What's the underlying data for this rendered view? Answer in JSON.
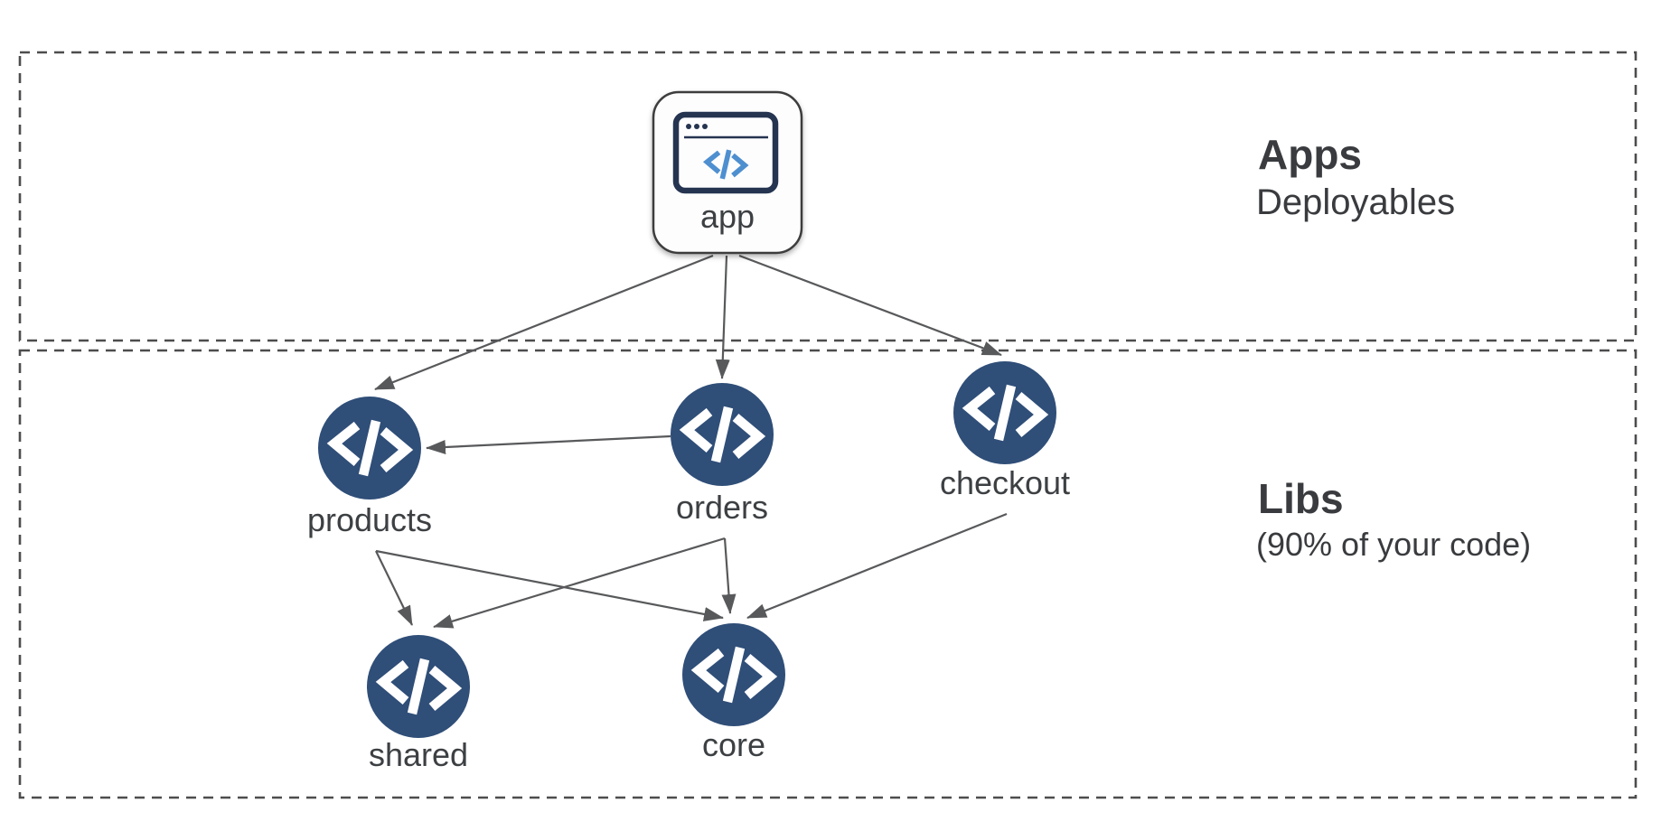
{
  "sections": [
    {
      "id": "apps",
      "title": "Apps",
      "subtitle": "Deployables"
    },
    {
      "id": "libs",
      "title": "Libs",
      "subtitle": "(90% of your code)"
    }
  ],
  "nodes": [
    {
      "id": "app",
      "label": "app",
      "kind": "application",
      "icon": "browser-code-icon",
      "section": "apps"
    },
    {
      "id": "products",
      "label": "products",
      "kind": "library",
      "icon": "code-icon",
      "section": "libs"
    },
    {
      "id": "orders",
      "label": "orders",
      "kind": "library",
      "icon": "code-icon",
      "section": "libs"
    },
    {
      "id": "checkout",
      "label": "checkout",
      "kind": "library",
      "icon": "code-icon",
      "section": "libs"
    },
    {
      "id": "shared",
      "label": "shared",
      "kind": "library",
      "icon": "code-icon",
      "section": "libs"
    },
    {
      "id": "core",
      "label": "core",
      "kind": "library",
      "icon": "code-icon",
      "section": "libs"
    }
  ],
  "edges": [
    {
      "from": "app",
      "to": "products"
    },
    {
      "from": "app",
      "to": "orders"
    },
    {
      "from": "app",
      "to": "checkout"
    },
    {
      "from": "orders",
      "to": "products"
    },
    {
      "from": "products",
      "to": "shared"
    },
    {
      "from": "products",
      "to": "core"
    },
    {
      "from": "orders",
      "to": "shared"
    },
    {
      "from": "orders",
      "to": "core"
    },
    {
      "from": "checkout",
      "to": "core"
    }
  ],
  "colors": {
    "background": "#ffffff",
    "lib_node_fill": "#2f4e78",
    "edge": "#58595b",
    "section_border": "#4d4d4f",
    "text": "#3d4043",
    "app_icon_outline": "#253450",
    "app_icon_blue": "#4e8fd0"
  }
}
